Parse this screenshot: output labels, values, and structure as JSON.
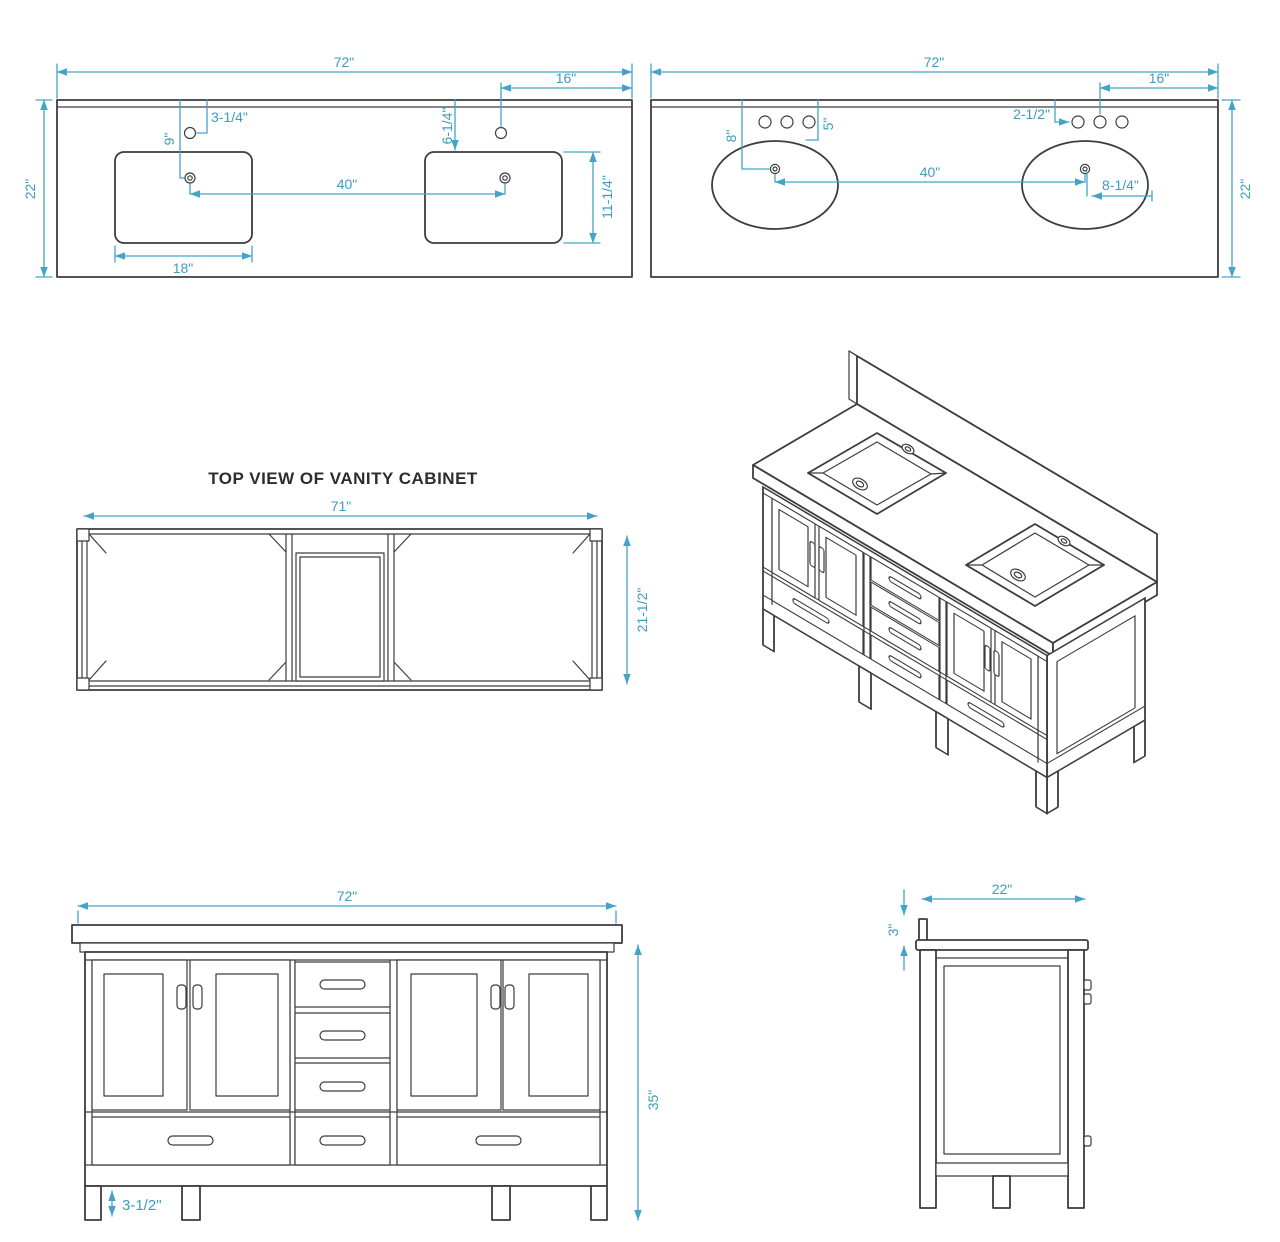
{
  "colors": {
    "dimension": "#45a3c7",
    "linework": "#3d3d3d",
    "background": "#ffffff"
  },
  "panels": {
    "counter_rect": {
      "dims": {
        "width": "72\"",
        "right_offset": "16\"",
        "depth": "22\"",
        "faucet_setback": "3-1/4\"",
        "drain_setback": "9\"",
        "cutout_setback": "6-1/4\"",
        "centers": "40\"",
        "cutout_depth": "11-1/4\"",
        "cutout_width": "18\""
      }
    },
    "counter_oval": {
      "dims": {
        "width": "72\"",
        "right_offset": "16\"",
        "depth": "22\"",
        "center_setback": "8\"",
        "faucet_spread": "5\"",
        "faucet_setback": "2-1/2\"",
        "centers": "40\"",
        "center_to_edge": "8-1/4\""
      }
    },
    "cabinet_top": {
      "title": "TOP VIEW OF VANITY CABINET",
      "dims": {
        "width": "71\"",
        "depth": "21-1/2\""
      }
    },
    "front": {
      "dims": {
        "width": "72\"",
        "height": "35\"",
        "toe_kick": "3-1/2\""
      }
    },
    "side": {
      "dims": {
        "depth": "22\"",
        "backsplash_height": "3\""
      }
    }
  }
}
